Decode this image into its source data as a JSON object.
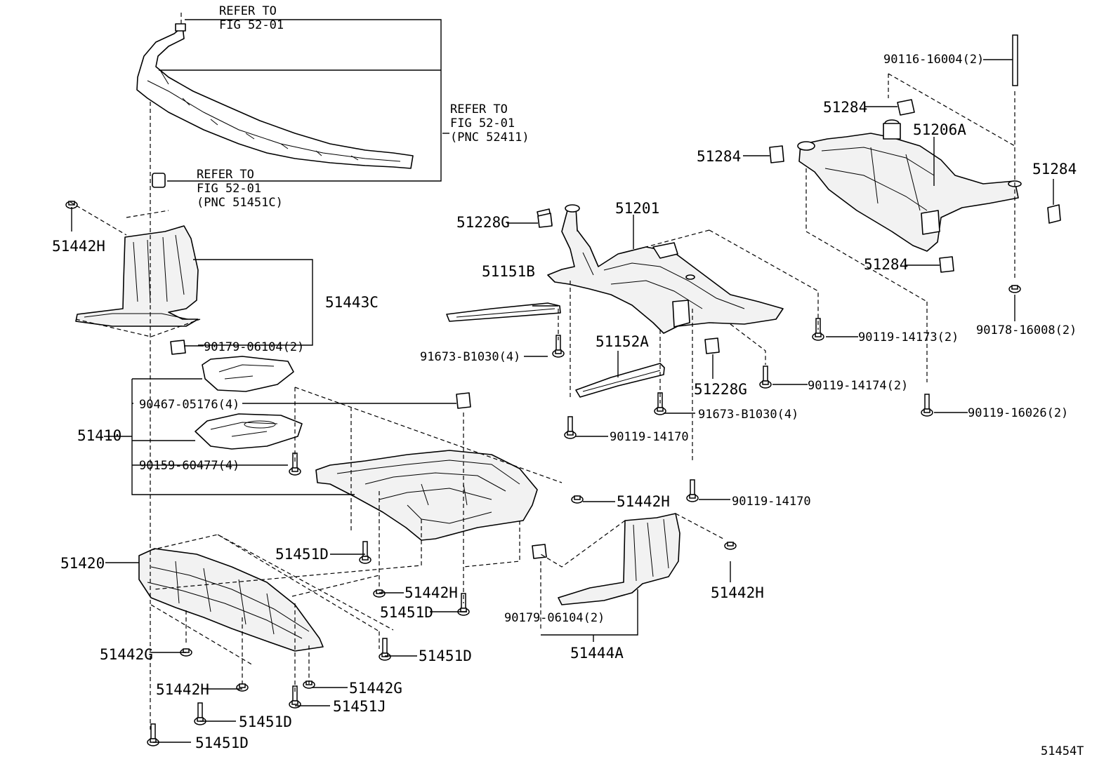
{
  "diagram_id": "51454T",
  "refer_labels": [
    {
      "line1": "REFER TO",
      "line2": "FIG 52-01",
      "line3": ""
    },
    {
      "line1": "REFER TO",
      "line2": "FIG 52-01",
      "line3": "(PNC 52411)"
    },
    {
      "line1": "REFER TO",
      "line2": "FIG 52-01",
      "line3": "(PNC 51451C)"
    }
  ],
  "callouts": [
    "51442H",
    "51443C",
    "90179-06104(2)",
    "51410",
    "90467-05176(4)",
    "90159-60477(4)",
    "51420",
    "51451D",
    "51442H",
    "51451D",
    "51442G",
    "51451D",
    "51442H",
    "51442G",
    "51451J",
    "51451D",
    "51451D",
    "51228G",
    "51151B",
    "51201",
    "91673-B1030(4)",
    "51152A",
    "91673-B1030(4)",
    "90119-14170",
    "90119-14170",
    "51442H",
    "51228G",
    "90119-14174(2)",
    "90119-14173(2)",
    "90179-06104(2)",
    "51444A",
    "51442H",
    "90116-16004(2)",
    "51284",
    "51206A",
    "51284",
    "51284",
    "51284",
    "90178-16008(2)",
    "90119-16026(2)"
  ]
}
